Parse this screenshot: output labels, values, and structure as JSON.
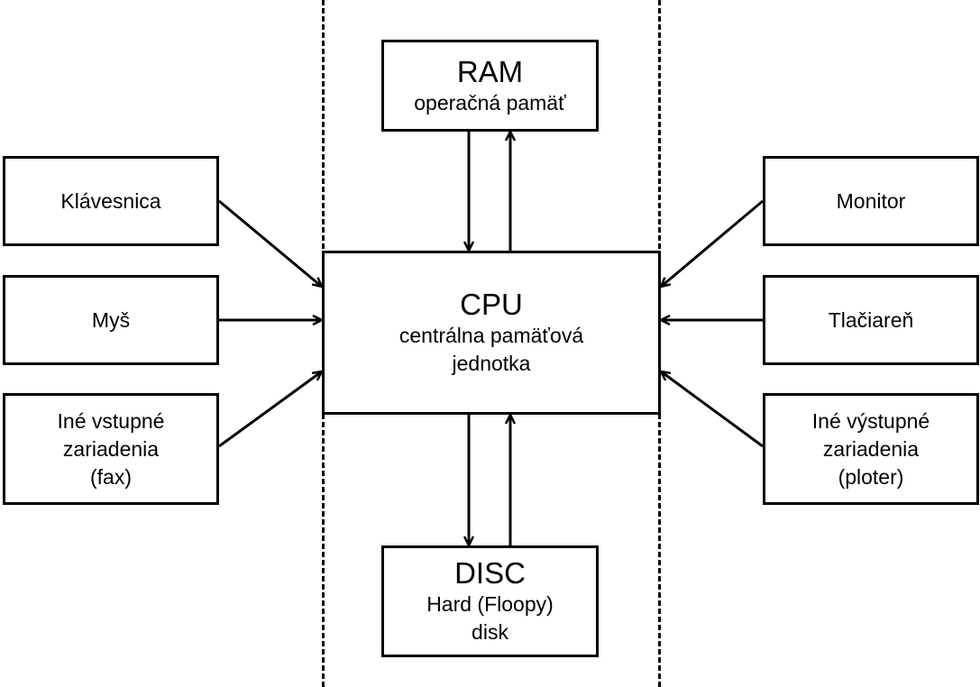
{
  "nodes": {
    "ram": {
      "title": "RAM",
      "subtitle": "operačná pamäť"
    },
    "cpu": {
      "title": "CPU",
      "line1": "centrálna pamäťová",
      "line2": "jednotka"
    },
    "disc": {
      "title": "DISC",
      "line1": "Hard (Floopy)",
      "line2": "disk"
    },
    "keyboard": {
      "label": "Klávesnica"
    },
    "mouse": {
      "label": "Myš"
    },
    "other_input": {
      "line1": "Iné vstupné",
      "line2": "zariadenia",
      "line3": "(fax)"
    },
    "monitor": {
      "label": "Monitor"
    },
    "printer": {
      "label": "Tlačiareň"
    },
    "other_output": {
      "line1": "Iné výstupné",
      "line2": "zariadenia",
      "line3": "(ploter)"
    }
  }
}
